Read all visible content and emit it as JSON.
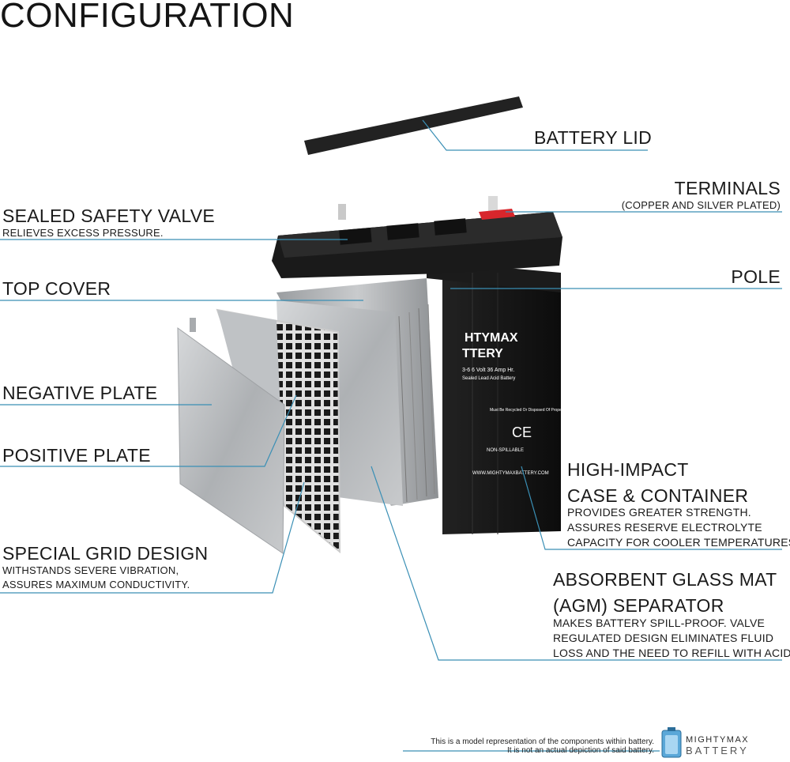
{
  "title": "CONFIGURATION",
  "labels": {
    "battery_lid": "BATTERY LID",
    "terminals": "TERMINALS",
    "terminals_sub": "(COPPER AND SILVER PLATED)",
    "sealed_valve": "SEALED SAFETY VALVE",
    "sealed_valve_sub": "RELIEVES EXCESS PRESSURE.",
    "top_cover": "TOP COVER",
    "pole": "POLE",
    "negative_plate": "NEGATIVE PLATE",
    "positive_plate": "POSITIVE PLATE",
    "high_impact_1": "HIGH-IMPACT",
    "high_impact_2": "CASE & CONTAINER",
    "high_impact_sub1": "PROVIDES GREATER STRENGTH.",
    "high_impact_sub2": "ASSURES RESERVE ELECTROLYTE",
    "high_impact_sub3": "CAPACITY FOR COOLER TEMPERATURES.",
    "grid_design": "SPECIAL GRID DESIGN",
    "grid_sub1": "WITHSTANDS SEVERE VIBRATION,",
    "grid_sub2": "ASSURES MAXIMUM CONDUCTIVITY.",
    "agm_1": "ABSORBENT GLASS MAT",
    "agm_2": "(AGM) SEPARATOR",
    "agm_sub1": "MAKES BATTERY SPILL-PROOF. VALVE",
    "agm_sub2": "REGULATED DESIGN ELIMINATES FLUID",
    "agm_sub3": "LOSS AND THE NEED TO REFILL WITH ACID."
  },
  "battery_print": {
    "brand_1": "HTYMAX",
    "brand_2": "TTERY",
    "model": "3-6  6 Volt 36 Amp Hr.",
    "type": "Sealed Lead Acid Battery",
    "recycle": "Must Be Recycled Or Disposed Of Properly",
    "ce": "CE",
    "non_spillable": "NON-SPILLABLE",
    "url": "WWW.MIGHTYMAXBATTERY.COM"
  },
  "disclaimer": {
    "line1": "This is a model representation of the components within battery.",
    "line2": "It is not an actual depiction of said battery."
  },
  "logo": {
    "line1": "MIGHTYMAX",
    "line2": "BATTERY"
  },
  "colors": {
    "leader_line": "#3a8fb5",
    "case": "#141414",
    "plate": "#b9bcbf",
    "terminal_red": "#d8262c"
  }
}
